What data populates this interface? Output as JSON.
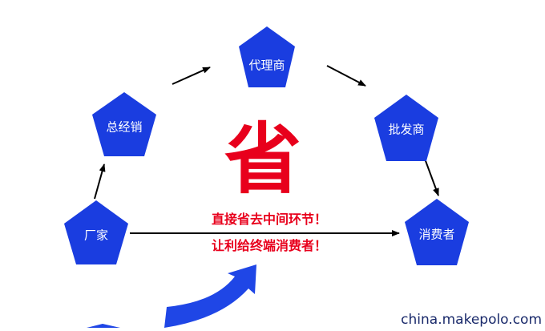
{
  "nodes": {
    "factory": "厂家",
    "general_distributor": "总经销",
    "agent": "代理商",
    "wholesaler": "批发商",
    "consumer": "消费者"
  },
  "center_char": "省",
  "slogan": {
    "line1": "直接省去中间环节！",
    "line2": "让利给终端消费者！"
  },
  "watermark": "china.makepolo.com",
  "colors": {
    "node_fill": "#1a3de0",
    "accent_red": "#e8001c",
    "arrow": "#000000",
    "big_arrow": "#1f46e6",
    "watermark": "#1a2a6b"
  }
}
